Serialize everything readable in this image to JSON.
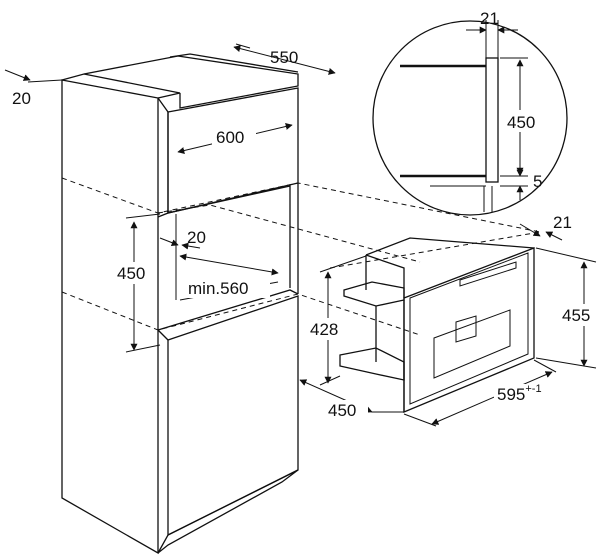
{
  "diagram": {
    "dimensions": {
      "cabinet_depth": "550",
      "cabinet_side_offset": "20",
      "niche_width": "600",
      "niche_height": "450",
      "niche_setback": "20",
      "niche_min_depth": "min.560",
      "detail_gap_width": "21",
      "detail_height": "450",
      "detail_bottom_gap": "5",
      "appliance_panel_depth": "21",
      "appliance_front_height": "455",
      "appliance_body_height": "428",
      "appliance_depth": "450",
      "appliance_width": "595",
      "appliance_width_tolerance": "+-1"
    }
  }
}
